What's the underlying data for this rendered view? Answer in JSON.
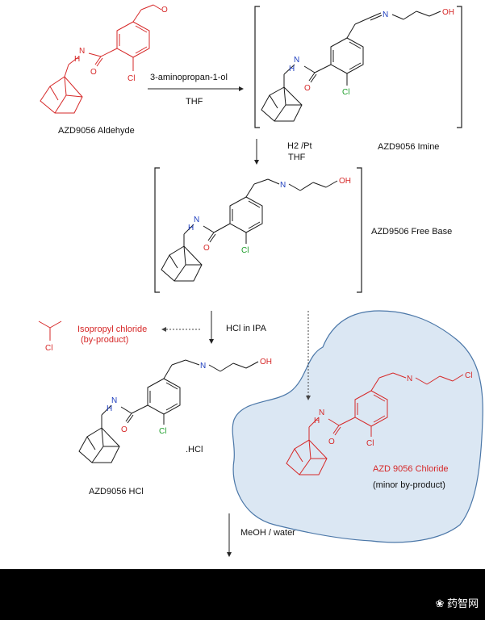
{
  "reagents": {
    "step1_reagent": "3-aminopropan-1-ol",
    "step1_solvent": "THF",
    "step2_reagent": "H2 /Pt",
    "step2_solvent": "THF",
    "step3_reagent": "HCl in IPA",
    "step4_reagent": "MeOH / water"
  },
  "compounds": {
    "aldehyde": "AZD9056 Aldehyde",
    "imine": "AZD9056 Imine",
    "free_base": "AZD9506 Free Base",
    "hcl_salt": "AZD9056 HCl",
    "hcl_tag": ".HCl",
    "chloride": "AZD 9056 Chloride",
    "chloride_note": "(minor by-product)",
    "isopropyl_chloride": "Isopropyl chloride",
    "isopropyl_note": "(by-product)"
  },
  "atoms": {
    "O": "O",
    "OH": "OH",
    "N": "N",
    "H": "H",
    "Cl": "Cl"
  },
  "watermark": "药智网",
  "colors": {
    "byproduct_red": "#d62828",
    "cloud_fill": "#dbe7f3",
    "cloud_stroke": "#4b77a8",
    "nitrogen_blue": "#1f3fbf",
    "chlorine_green": "#1e9e2a",
    "footer": "#000000"
  }
}
